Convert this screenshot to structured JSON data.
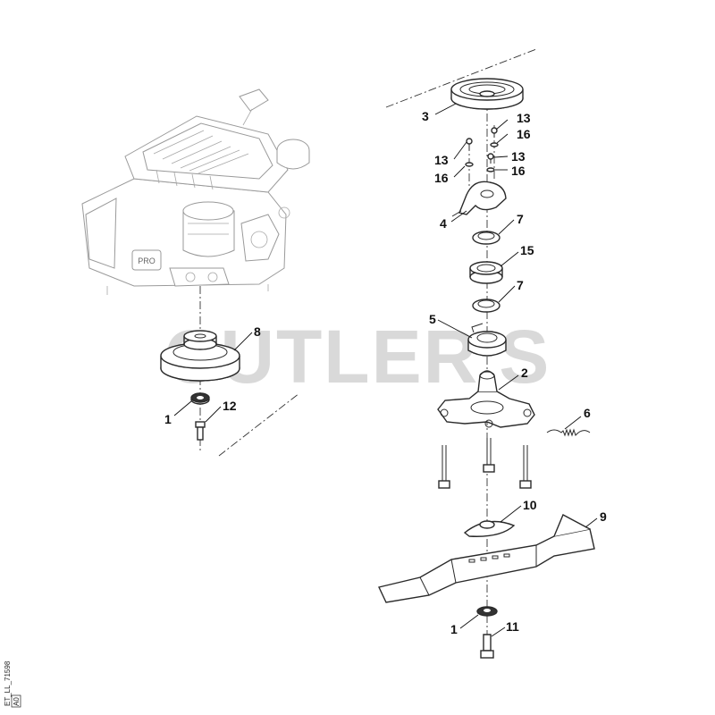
{
  "watermark": "CUTLER'S",
  "reference_code": "ET_LL_71598",
  "revision": "A0",
  "engine_text": "PRO",
  "callouts": [
    {
      "id": "c3",
      "label": "3"
    },
    {
      "id": "c13a",
      "label": "13"
    },
    {
      "id": "c16a",
      "label": "16"
    },
    {
      "id": "c13b",
      "label": "13"
    },
    {
      "id": "c16b",
      "label": "16"
    },
    {
      "id": "c13c",
      "label": "13"
    },
    {
      "id": "c16c",
      "label": "16"
    },
    {
      "id": "c4",
      "label": "4"
    },
    {
      "id": "c7a",
      "label": "7"
    },
    {
      "id": "c15",
      "label": "15"
    },
    {
      "id": "c7b",
      "label": "7"
    },
    {
      "id": "c5",
      "label": "5"
    },
    {
      "id": "c2",
      "label": "2"
    },
    {
      "id": "c6",
      "label": "6"
    },
    {
      "id": "c10",
      "label": "10"
    },
    {
      "id": "c9",
      "label": "9"
    },
    {
      "id": "c1b",
      "label": "1"
    },
    {
      "id": "c11",
      "label": "11"
    },
    {
      "id": "c8",
      "label": "8"
    },
    {
      "id": "c1a",
      "label": "1"
    },
    {
      "id": "c12",
      "label": "12"
    }
  ],
  "icons": {
    "engine": "engine-icon",
    "pulley": "pulley-icon",
    "blade": "blade-icon"
  }
}
